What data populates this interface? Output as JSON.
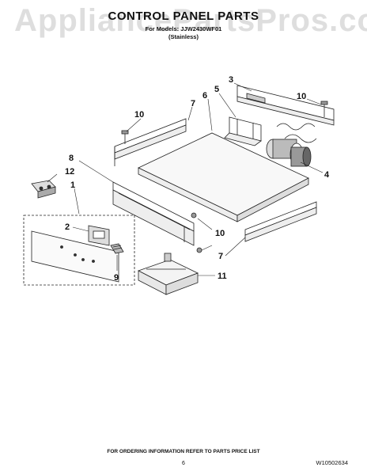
{
  "watermark": "AppliancePartsPros.com",
  "header": {
    "title": "CONTROL PANEL PARTS",
    "models": "For Models: JJW2430WF01",
    "finish": "(Stainless)"
  },
  "callouts": [
    "1",
    "2",
    "3",
    "4",
    "5",
    "6",
    "7",
    "8",
    "9",
    "10",
    "11",
    "12"
  ],
  "footer": {
    "note": "FOR ORDERING INFORMATION REFER TO PARTS PRICE LIST",
    "page": "6",
    "doc_number": "W10502634"
  }
}
